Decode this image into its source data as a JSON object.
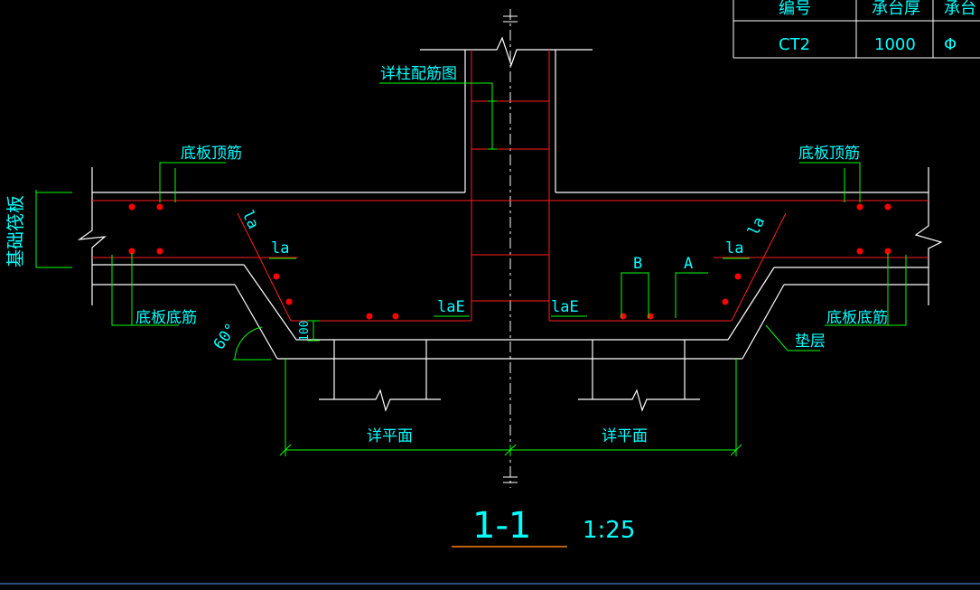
{
  "table": {
    "headers": [
      "编号",
      "承台厚",
      "承台"
    ],
    "row": [
      "CT2",
      "1000",
      "Φ"
    ]
  },
  "labels": {
    "column_rebar": "详柱配筋图",
    "slab_top_left": "底板顶筋",
    "slab_top_right": "底板顶筋",
    "slab_bottom_left": "底板底筋",
    "slab_bottom_right": "底板底筋",
    "raft": "基础筏板",
    "la_left_diag": "la",
    "la_left": "la",
    "la_right": "la",
    "la_right_diag": "la",
    "lae_left": "laE",
    "lae_right": "laE",
    "b": "B",
    "a": "A",
    "cushion": "垫层",
    "angle": "60°",
    "dim_100": "100",
    "plan_left": "详平面",
    "plan_right": "详平面"
  },
  "title": {
    "section": "1-1",
    "scale": "1:25"
  },
  "colors": {
    "background": "#000000",
    "outline": "#ffffff",
    "rebar": "#ff2020",
    "dimension": "#00ff00",
    "text": "#00ffff",
    "rebar_dot": "#ff0000"
  }
}
